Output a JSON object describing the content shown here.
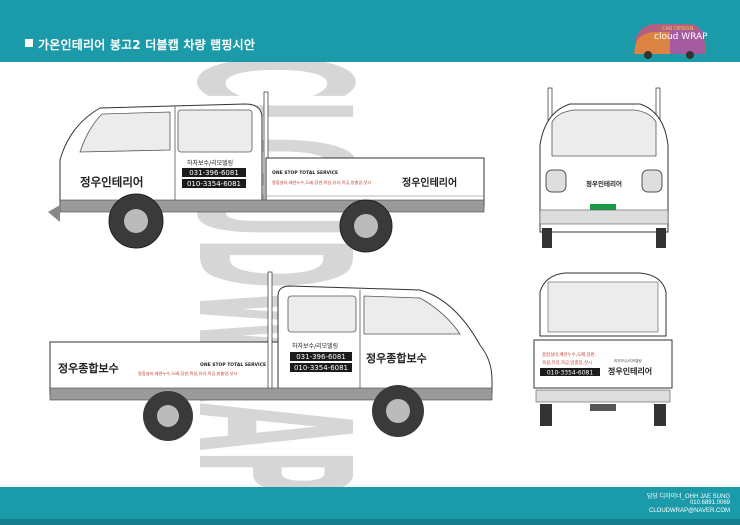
{
  "header": {
    "title": "가온인테리어 봉고2 더블캡 차량 랩핑시안"
  },
  "logo": {
    "small_text": "CAR DESIGN",
    "brand_text": "cloud WRAP"
  },
  "watermark": {
    "text": "CLOUDWRAP"
  },
  "truck_left_side": {
    "cab_brand": "정우인테리어",
    "cab_services": "하자보수/리모델링",
    "cab_phone1": "031-396-6081",
    "cab_phone2": "010-3354-6081",
    "bed_slogan": "ONE STOP TOTAL SERVICE",
    "bed_desc1": "종합설비,배관누수,도배,장판,욕실,유리,목공,방충망,샷시",
    "bed_brand": "정우인테리어"
  },
  "truck_right_side": {
    "bed_brand": "정우종합보수",
    "bed_slogan": "ONE STOP TOTAL SERVICE",
    "bed_desc1": "종합설비,배관누수,도배,장판,욕실,유리,목공,방충망,샷시",
    "cab_services": "하자보수/리모델링",
    "cab_phone1": "031-396-6081",
    "cab_phone2": "010-3354-6081",
    "cab_brand": "정우종합보수"
  },
  "truck_front": {
    "brand": "정우인테리어"
  },
  "truck_rear": {
    "desc1": "종합설비,배관누수,도배,장판,",
    "desc2": "욕실,유리,목공,방충망,샷시",
    "phone": "010-3354-6081",
    "small": "하자보수/리모델링",
    "brand": "정우인테리어"
  },
  "footer": {
    "designer": "담당 디자이너_OHH JAE SUNG",
    "phone": "010.6891.0069",
    "email": "CLOUDWRAP@NAVER.COM"
  },
  "colors": {
    "header": "#1b9aaa",
    "accent_orange": "#e08a2a",
    "accent_red": "#c0392b",
    "plate_green": "#1a9a45"
  }
}
